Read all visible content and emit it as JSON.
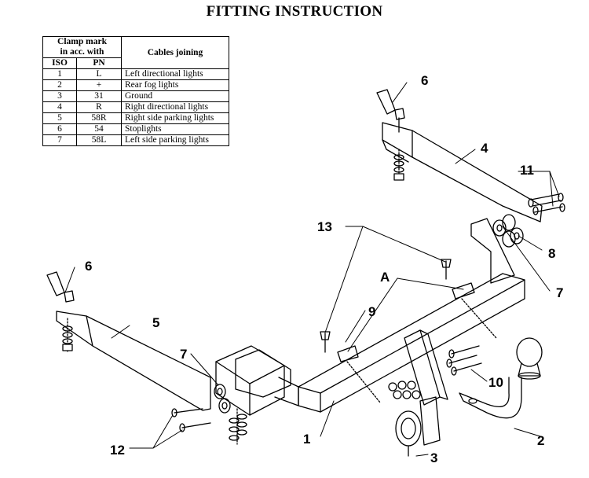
{
  "title": "FITTING INSTRUCTION",
  "legend": {
    "header_clamp_line1": "Clamp mark",
    "header_clamp_line2": "in acc. with",
    "header_cables": "Cables joining",
    "header_iso": "ISO",
    "header_pn": "PN",
    "rows": [
      {
        "iso": "1",
        "pn": "L",
        "desc": "Left directional lights"
      },
      {
        "iso": "2",
        "pn": "+",
        "desc": "Rear fog lights"
      },
      {
        "iso": "3",
        "pn": "31",
        "desc": "Ground"
      },
      {
        "iso": "4",
        "pn": "R",
        "desc": "Right directional lights"
      },
      {
        "iso": "5",
        "pn": "58R",
        "desc": "Right side parking lights"
      },
      {
        "iso": "6",
        "pn": "54",
        "desc": "Stoplights"
      },
      {
        "iso": "7",
        "pn": "58L",
        "desc": "Left side parking lights"
      }
    ]
  },
  "callouts": {
    "n1": "1",
    "n2": "2",
    "n3": "3",
    "n4": "4",
    "n5": "5",
    "n6_right": "6",
    "n6_left": "6",
    "n7_right": "7",
    "n7_left": "7",
    "n8": "8",
    "n9": "9",
    "n10": "10",
    "n11": "11",
    "n12": "12",
    "n13": "13",
    "a": "A"
  }
}
